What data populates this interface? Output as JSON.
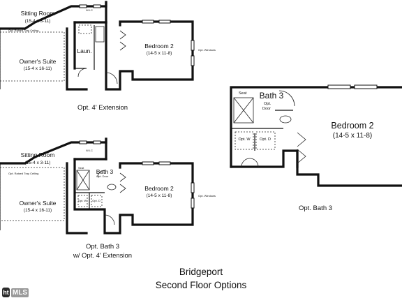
{
  "plan_top_left": {
    "sitting_room": {
      "name": "Sitting Room",
      "dim": "(15-4 x 3-11)"
    },
    "owners_suite": {
      "name": "Owner's Suite",
      "dim": "(15-4 x 16-11)"
    },
    "bedroom2": {
      "name": "Bedroom 2",
      "dim": "(14-5 x 11-8)"
    },
    "wic": "W.I.C",
    "opt_raised_ceiling": "Opt. Raised Tray Ceiling",
    "laundry": "Laun.",
    "opt_windows": "Opt. Windows",
    "caption": "Opt. 4' Extension"
  },
  "plan_bottom_left": {
    "sitting_room": {
      "name": "Sitting Room",
      "dim": "(15-4 x 3-11)"
    },
    "owners_suite": {
      "name": "Owner's Suite",
      "dim": "(15-4 x 16-11)"
    },
    "bedroom2": {
      "name": "Bedroom 2",
      "dim": "(14-5 x 11-8)"
    },
    "wic": "W.I.C",
    "opt_raised_ceiling": "Opt. Raised Tray Ceiling",
    "bath3": "Bath 3",
    "seat": "Seat",
    "opt_door": "Opt. Door",
    "opt_w": "Opt. W",
    "opt_d": "Opt. D",
    "opt_windows": "Opt. Windows",
    "caption_line1": "Opt. Bath 3",
    "caption_line2": "w/ Opt. 4' Extension"
  },
  "plan_right": {
    "bath3": "Bath 3",
    "seat": "Seat",
    "opt_door": "Opt. Door",
    "opt_w": "Opt. W",
    "opt_d": "Opt. D",
    "bedroom2": {
      "name": "Bedroom 2",
      "dim": "(14-5 x 11-8)"
    },
    "caption": "Opt. Bath 3"
  },
  "title": {
    "line1": "Bridgeport",
    "line2": "Second Floor Options"
  },
  "watermark": {
    "logo": "ht",
    "text": "MLS"
  }
}
